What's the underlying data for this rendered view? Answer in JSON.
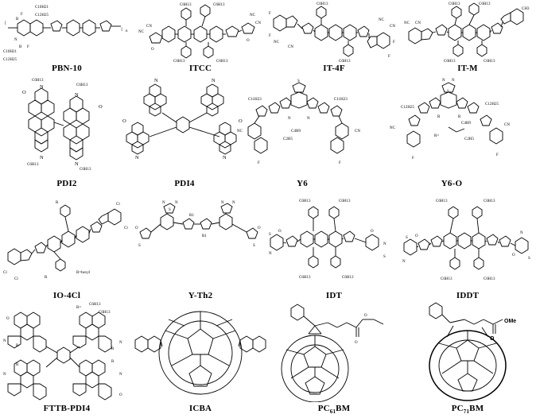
{
  "molecules": [
    {
      "label": "PBN-10",
      "atoms": [
        "F",
        "F",
        "B",
        "N",
        "N",
        "B",
        "F",
        "F",
        "C10H21",
        "C12H25",
        "C10H21",
        "C12H25",
        "n"
      ]
    },
    {
      "label": "ITCC",
      "atoms": [
        "NC",
        "CN",
        "NC",
        "CN",
        "O",
        "O",
        "C6H13",
        "C6H13",
        "C6H13",
        "C6H13"
      ]
    },
    {
      "label": "IT-4F",
      "atoms": [
        "F",
        "F",
        "F",
        "F",
        "NC",
        "CN",
        "NC",
        "CN",
        "C6H13",
        "C6H13"
      ]
    },
    {
      "label": "IT-M",
      "atoms": [
        "CH3",
        "NC",
        "CN",
        "C6H13",
        "C6H13",
        "C6H13",
        "C6H13"
      ]
    },
    {
      "label": "PDI2",
      "atoms": [
        "C6H13",
        "C6H13",
        "C6H13",
        "C6H13",
        "N",
        "N",
        "N",
        "N",
        "O",
        "O"
      ]
    },
    {
      "label": "PDI4",
      "atoms": [
        "N",
        "N",
        "N",
        "N",
        "O",
        "O"
      ]
    },
    {
      "label": "Y6",
      "atoms": [
        "S",
        "N",
        "N",
        "C11H23",
        "C11H23",
        "NC",
        "CN",
        "F",
        "F",
        "C4H9",
        "C2H5"
      ]
    },
    {
      "label": "Y6-O",
      "atoms": [
        "N",
        "N",
        "S",
        "C12H25",
        "C12H25",
        "R",
        "R",
        "R=",
        "C4H9",
        "C2H5",
        "NC",
        "CN",
        "F",
        "F"
      ]
    },
    {
      "label": "IO-4Cl",
      "atoms": [
        "R",
        "R",
        "Cl",
        "Cl",
        "Cl",
        "Cl",
        "R=hexyl"
      ]
    },
    {
      "label": "Y-Th2",
      "atoms": [
        "N",
        "S",
        "N",
        "R1",
        "R1",
        "N",
        "N",
        "S",
        "S",
        "O",
        "O"
      ]
    },
    {
      "label": "IDT",
      "atoms": [
        "C6H13",
        "C6H13",
        "C6H13",
        "C6H13",
        "N",
        "N",
        "S",
        "S",
        "O",
        "O"
      ]
    },
    {
      "label": "IDDT",
      "atoms": [
        "C6H13",
        "C6H13",
        "C6H13",
        "C6H13",
        "N",
        "N",
        "S",
        "S",
        "O",
        "O"
      ]
    },
    {
      "label": "FTTB-PDI4",
      "atoms": [
        "R=",
        "C6H13",
        "C6H13",
        "N",
        "N",
        "N",
        "N",
        "R",
        "R",
        "R",
        "R",
        "O",
        "O"
      ]
    },
    {
      "label": "ICBA",
      "atoms": []
    },
    {
      "label": "PC",
      "label_sub": "61",
      "label_tail": "BM",
      "atoms": [
        "O",
        "O"
      ]
    },
    {
      "label": "PC",
      "label_sub": "71",
      "label_tail": "BM",
      "atoms": [
        "OMe",
        "O"
      ]
    }
  ]
}
